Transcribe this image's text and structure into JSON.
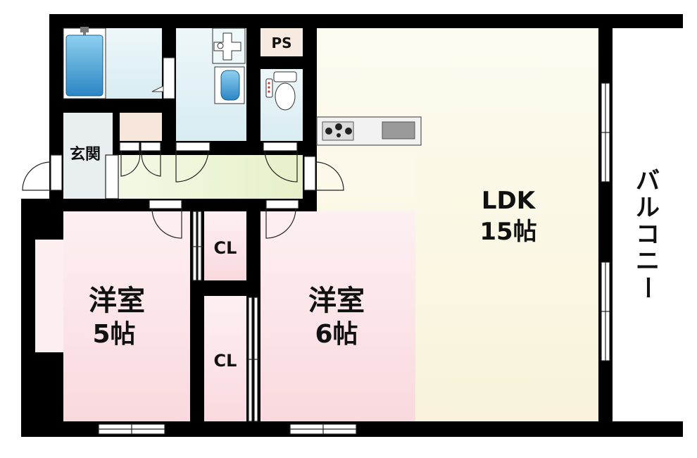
{
  "rooms": {
    "entrance": "玄関",
    "ps": "PS",
    "ldk": {
      "name": "LDK",
      "size": "15帖"
    },
    "western_room_a": {
      "name": "洋室",
      "size": "5帖"
    },
    "western_room_b": {
      "name": "洋室",
      "size": "6帖"
    },
    "closet_top": "CL",
    "closet_bottom": "CL",
    "balcony": [
      "バ",
      "ル",
      "コ",
      "ニ",
      "ー"
    ]
  },
  "colors": {
    "wall": "#000000",
    "ldk_floor": "#fbf8e6",
    "western_floor": "#fbe4e7",
    "wet_area": "#e3f2f5",
    "corridor": "#eef5da",
    "storage": "#f7eae0",
    "bathtub": "#3e9fd6",
    "stove": "#cfcfcf"
  }
}
